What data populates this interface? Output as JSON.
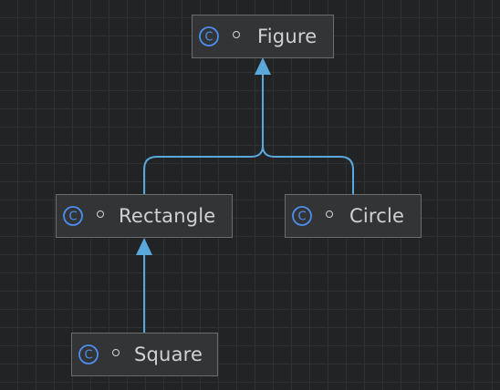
{
  "diagram": {
    "nodes": [
      {
        "id": "figure",
        "label": "Figure",
        "kind_letter": "C"
      },
      {
        "id": "rectangle",
        "label": "Rectangle",
        "kind_letter": "C"
      },
      {
        "id": "circle",
        "label": "Circle",
        "kind_letter": "C"
      },
      {
        "id": "square",
        "label": "Square",
        "kind_letter": "C"
      }
    ],
    "edges": [
      {
        "from": "rectangle",
        "to": "figure",
        "type": "inheritance"
      },
      {
        "from": "circle",
        "to": "figure",
        "type": "inheritance"
      },
      {
        "from": "square",
        "to": "rectangle",
        "type": "inheritance"
      }
    ]
  },
  "colors": {
    "background": "#222325",
    "grid": "#2e3033",
    "node_fill": "#333436",
    "node_border": "#6a6c70",
    "edge": "#5aa7dc",
    "class_icon": "#4d8ff0",
    "label_text": "#cfd1d4"
  }
}
